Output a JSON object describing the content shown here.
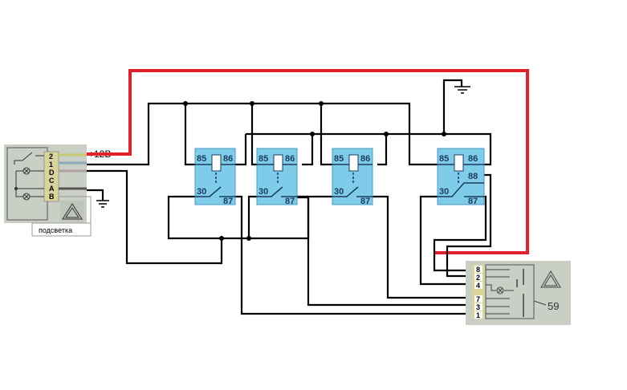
{
  "diagram": {
    "title": "",
    "supply_label": "+12В",
    "left_connector": {
      "pins": [
        "2",
        "1",
        "D",
        "C",
        "A",
        "B"
      ],
      "caption": "подсветка",
      "icons": [
        "switch-icon",
        "lamp-icon",
        "lamp-icon",
        "hazard-triangle-icon",
        "ground-icon"
      ]
    },
    "relays": [
      {
        "id": "relay-1",
        "pins": {
          "coil_a": "85",
          "coil_b": "86",
          "common": "30",
          "no": "87"
        }
      },
      {
        "id": "relay-2",
        "pins": {
          "coil_a": "85",
          "coil_b": "86",
          "common": "30",
          "no": "87"
        }
      },
      {
        "id": "relay-3",
        "pins": {
          "coil_a": "85",
          "coil_b": "86",
          "common": "30",
          "no": "87"
        }
      },
      {
        "id": "relay-4",
        "pins": {
          "coil_a": "85",
          "coil_b": "86",
          "common": "30",
          "nc": "88",
          "no": "87"
        }
      }
    ],
    "right_connector": {
      "pins": [
        "8",
        "2",
        "4",
        "7",
        "3",
        "1"
      ],
      "label": "59"
    },
    "colors": {
      "supply_wire": "#e0202a",
      "wire": "#000000",
      "relay": "#7ecbea",
      "connector_panel": "#c9cfc4",
      "pin_block": "#d8d49a"
    }
  }
}
